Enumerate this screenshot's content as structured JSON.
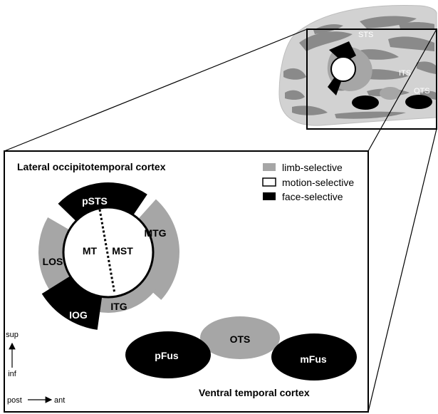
{
  "brain_inset": {
    "labels": {
      "sts": "STS",
      "its": "ITS",
      "ots": "OTS"
    }
  },
  "panel": {
    "lateral_title": "Lateral occipitotemporal cortex",
    "ventral_title": "Ventral temporal cortex"
  },
  "legend": [
    {
      "label": "limb-selective",
      "color": "#a6a6a6"
    },
    {
      "label": "motion-selective",
      "color": "#ffffff"
    },
    {
      "label": "face-selective",
      "color": "#000000"
    }
  ],
  "lateral_regions": {
    "psts": "pSTS",
    "mtg": "MTG",
    "los": "LOS",
    "mt": "MT",
    "mst": "MST",
    "itg": "ITG",
    "iog": "IOG"
  },
  "ventral_regions": {
    "pfus": "pFus",
    "ots": "OTS",
    "mfus": "mFus"
  },
  "axes": {
    "sup": "sup",
    "inf": "inf",
    "post": "post",
    "ant": "ant"
  },
  "colors": {
    "limb": "#a6a6a6",
    "face": "#000000",
    "motion": "#ffffff",
    "cortex_light": "#d2d2d2",
    "cortex_dark": "#8a8a8a"
  }
}
